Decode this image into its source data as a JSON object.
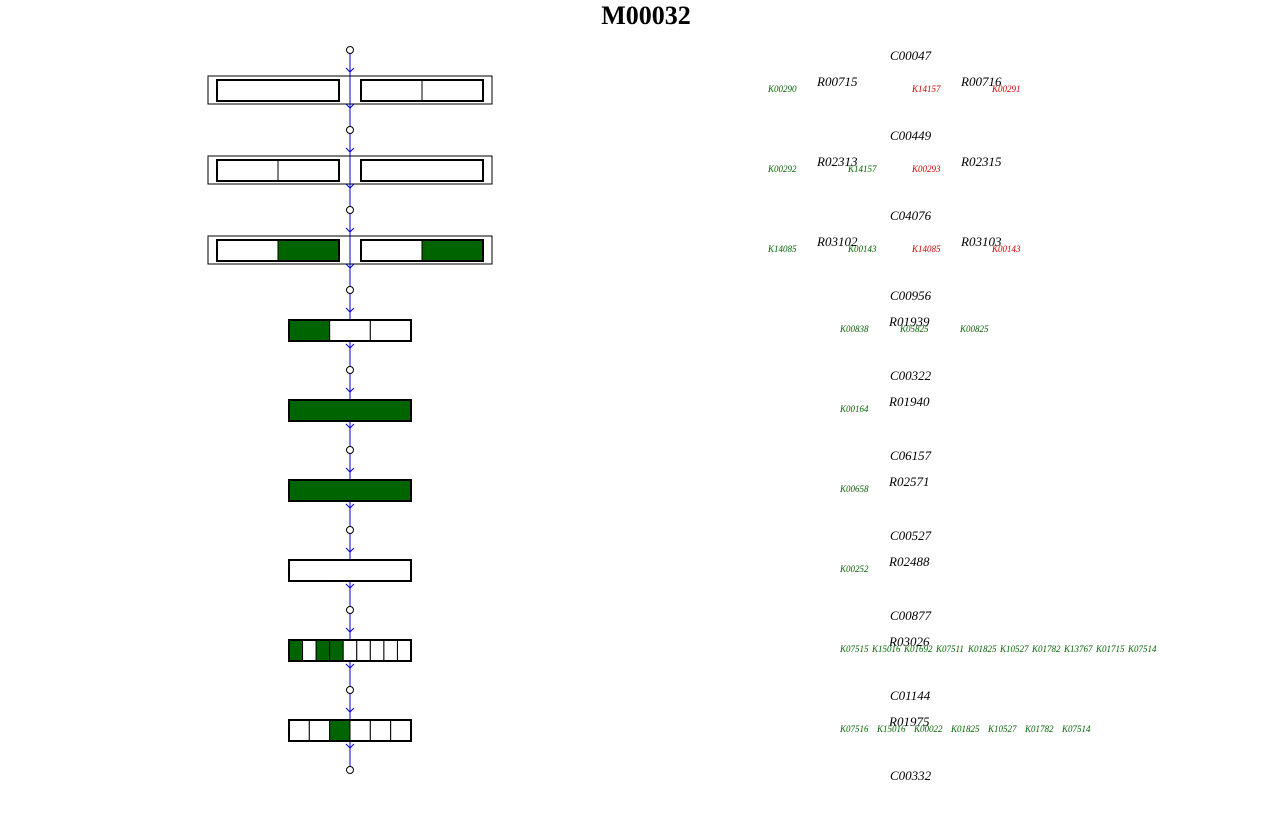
{
  "title": "M00032",
  "colors": {
    "filled": "#006400",
    "outline": "#000000",
    "connector": "#0000cc",
    "ko_found": "#006400",
    "ko_missing": "#cc0000"
  },
  "steps": [
    {
      "type": "pair",
      "left": [
        0,
        0
      ],
      "left_parts": 1,
      "right": [
        0,
        0
      ],
      "right_parts": 2
    },
    {
      "type": "pair",
      "left": [
        0,
        0
      ],
      "left_parts": 2,
      "right": [
        0
      ],
      "right_parts": 1
    },
    {
      "type": "pair",
      "left": [
        0,
        1
      ],
      "left_parts": 2,
      "right": [
        0,
        1
      ],
      "right_parts": 2
    },
    {
      "type": "single",
      "cells": [
        1,
        0,
        0
      ]
    },
    {
      "type": "single",
      "cells": [
        1
      ]
    },
    {
      "type": "single",
      "cells": [
        1
      ]
    },
    {
      "type": "single",
      "cells": [
        0
      ]
    },
    {
      "type": "single",
      "cells": [
        1,
        0,
        1,
        1,
        0,
        0,
        0,
        0,
        0
      ]
    },
    {
      "type": "single",
      "cells": [
        0,
        0,
        1,
        0,
        0,
        0
      ]
    }
  ],
  "compounds": [
    "C00047",
    "C00449",
    "C04076",
    "C00956",
    "C00322",
    "C06157",
    "C00527",
    "C00877",
    "C01144",
    "C00332"
  ],
  "reactions": [
    [
      "R00715",
      "R00716"
    ],
    [
      "R02313",
      "R02315"
    ],
    [
      "R03102",
      "R03103"
    ],
    [
      "R01939"
    ],
    [
      "R01940"
    ],
    [
      "R02571"
    ],
    [
      "R02488"
    ],
    [
      "R03026"
    ],
    [
      "R01975"
    ]
  ],
  "kos": [
    [
      {
        "id": "K00290",
        "col": "a",
        "missing": false
      },
      {
        "id": "K14157",
        "col": "c",
        "missing": true
      },
      {
        "id": "K00291",
        "col": "d",
        "missing": true
      }
    ],
    [
      {
        "id": "K00292",
        "col": "a",
        "missing": false
      },
      {
        "id": "K14157",
        "col": "b",
        "missing": false
      },
      {
        "id": "K00293",
        "col": "c",
        "missing": true
      }
    ],
    [
      {
        "id": "K14085",
        "col": "a",
        "missing": false
      },
      {
        "id": "K00143",
        "col": "b",
        "missing": false
      },
      {
        "id": "K14085",
        "col": "c",
        "missing": true
      },
      {
        "id": "K00143",
        "col": "d",
        "missing": true
      }
    ],
    [
      {
        "id": "K00838",
        "missing": false
      },
      {
        "id": "K05825",
        "missing": false
      },
      {
        "id": "K00825",
        "missing": false
      }
    ],
    [
      {
        "id": "K00164",
        "missing": false
      }
    ],
    [
      {
        "id": "K00658",
        "missing": false
      }
    ],
    [
      {
        "id": "K00252",
        "missing": false
      }
    ],
    [
      {
        "id": "K07515",
        "missing": false
      },
      {
        "id": "K15016",
        "missing": false
      },
      {
        "id": "K01692",
        "missing": false
      },
      {
        "id": "K07511",
        "missing": false
      },
      {
        "id": "K01825",
        "missing": false
      },
      {
        "id": "K10527",
        "missing": false
      },
      {
        "id": "K01782",
        "missing": false
      },
      {
        "id": "K13767",
        "missing": false
      },
      {
        "id": "K01715",
        "missing": false
      },
      {
        "id": "K07514",
        "missing": false
      }
    ],
    [
      {
        "id": "K07516",
        "missing": false
      },
      {
        "id": "K15016",
        "missing": false
      },
      {
        "id": "K00022",
        "missing": false
      },
      {
        "id": "K01825",
        "missing": false
      },
      {
        "id": "K10527",
        "missing": false
      },
      {
        "id": "K01782",
        "missing": false
      },
      {
        "id": "K07514",
        "missing": false
      }
    ]
  ]
}
